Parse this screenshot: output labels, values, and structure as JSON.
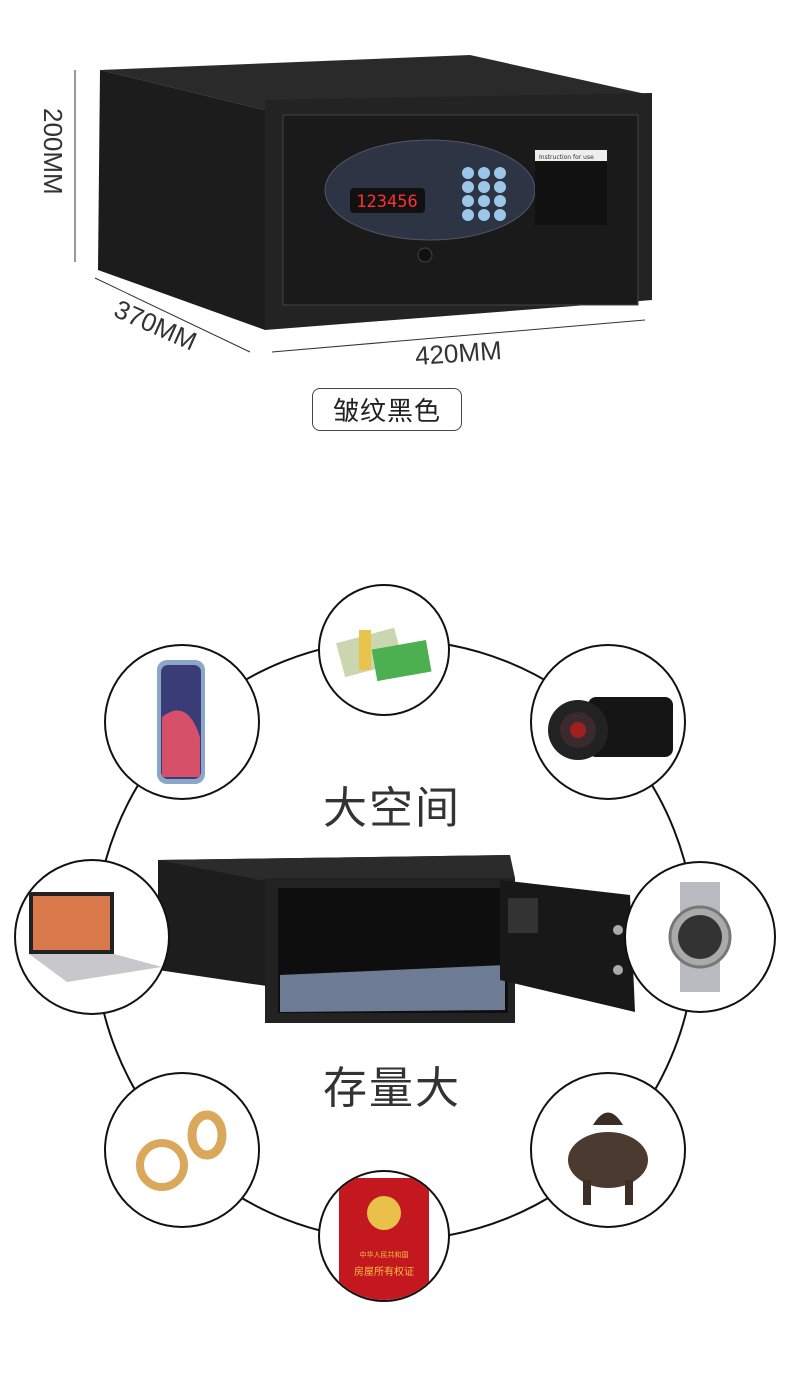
{
  "product": {
    "dimensions": {
      "height": "200MM",
      "depth": "370MM",
      "width": "420MM"
    },
    "display_digits": "123456",
    "instruction_title": "Instruction for use",
    "color_label": "皱纹黑色"
  },
  "features": {
    "space": "大空间",
    "capacity": "存量大"
  },
  "items": [
    {
      "name": "cash",
      "icon": "money-icon"
    },
    {
      "name": "phone",
      "icon": "phone-icon"
    },
    {
      "name": "camera",
      "icon": "camera-icon"
    },
    {
      "name": "laptop",
      "icon": "laptop-icon"
    },
    {
      "name": "watch",
      "icon": "watch-icon"
    },
    {
      "name": "rings",
      "icon": "ring-icon"
    },
    {
      "name": "incense-burner",
      "icon": "burner-icon"
    },
    {
      "name": "property-certificate",
      "icon": "certificate-icon",
      "text": [
        "中华人民共和国",
        "房屋所有权证"
      ]
    }
  ]
}
